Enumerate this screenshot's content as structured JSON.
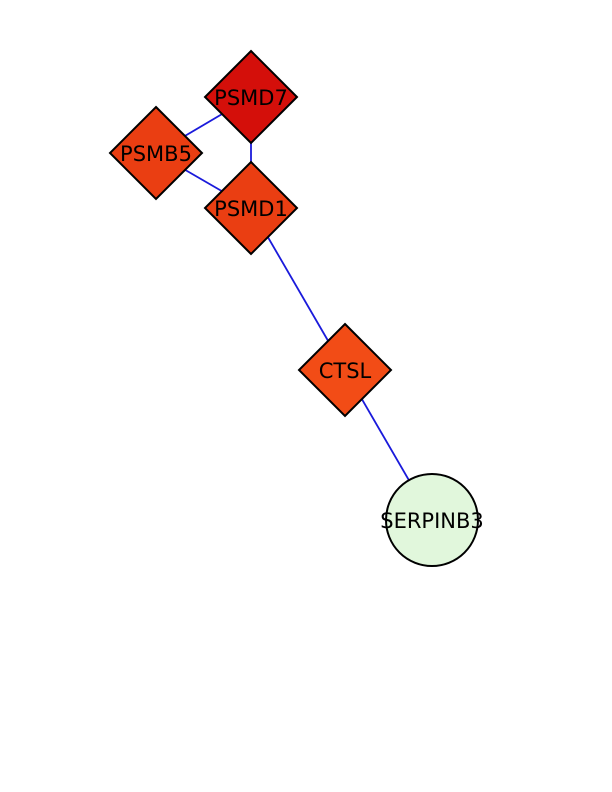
{
  "graph": {
    "edge_color": "#1a1adb",
    "nodes": [
      {
        "id": "PSMD7",
        "label": "PSMD7",
        "shape": "diamond",
        "color": "#d40f0a"
      },
      {
        "id": "PSMB5",
        "label": "PSMB5",
        "shape": "diamond",
        "color": "#ea3e12"
      },
      {
        "id": "PSMD1",
        "label": "PSMD1",
        "shape": "diamond",
        "color": "#ea3e12"
      },
      {
        "id": "CTSL",
        "label": "CTSL",
        "shape": "diamond",
        "color": "#f24c16"
      },
      {
        "id": "SERPINB3",
        "label": "SERPINB3",
        "shape": "circle",
        "color": "#e1f7dc"
      }
    ],
    "edges": [
      {
        "source": "PSMB5",
        "target": "PSMD7"
      },
      {
        "source": "PSMB5",
        "target": "PSMD1"
      },
      {
        "source": "PSMD7",
        "target": "PSMD1"
      },
      {
        "source": "PSMD1",
        "target": "CTSL"
      },
      {
        "source": "CTSL",
        "target": "SERPINB3"
      }
    ]
  }
}
